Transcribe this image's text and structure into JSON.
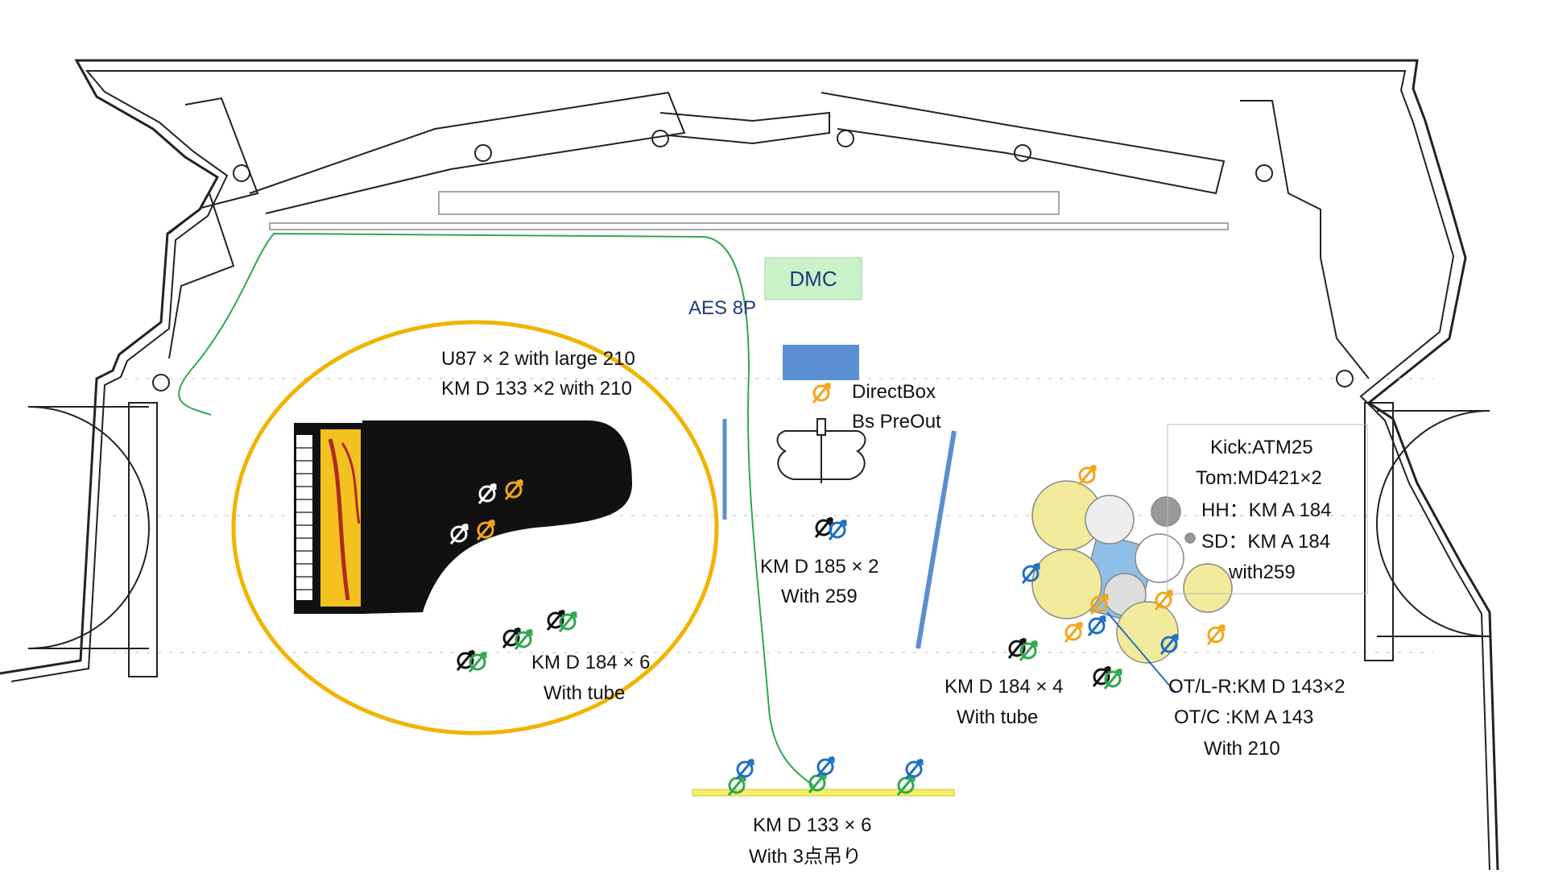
{
  "colors": {
    "wall": "#222222",
    "green_cable": "#2fa84f",
    "dmc_fill": "#c9f2c9",
    "blue_box": "#5b8fd1",
    "yellow_circle": "#f0b400",
    "label_navy": "#1f3a78",
    "mic_black": "#111111",
    "mic_green": "#2fa84f",
    "mic_blue": "#1f6fc4",
    "mic_orange": "#f2a51a",
    "drum_yellow": "#f1ea9a",
    "riser_yellow": "#f5f064"
  },
  "labels": {
    "dmc": "DMC",
    "aes": "AES 8P",
    "direct_box_1": "DirectBox",
    "direct_box_2": "Bs PreOut",
    "piano_main_1": "U87 × 2   with   large 210",
    "piano_main_2": "KM D 133 ×2 with 210",
    "piano_amb_1": "KM D 184 × 6",
    "piano_amb_2": "With   tube",
    "bass_mic_1": "KM D 185 × 2",
    "bass_mic_2": "With 259",
    "drum_amb_1": "KM D 184 × 4",
    "drum_amb_2": "With   tube",
    "drum_kit_1": "Kick:ATM25",
    "drum_kit_2": "Tom:MD421×2",
    "drum_kit_3": "HH：KM A 184",
    "drum_kit_4": "SD：KM A 184",
    "drum_kit_5": "with259",
    "overhead_1": "OT/L-R:KM D 143×2",
    "overhead_2": "OT/C  :KM A 143",
    "overhead_3": "With   210",
    "front_1": "KM D 133 × 6",
    "front_2": "With   3点吊り"
  },
  "icons": {
    "microphone": "microphone-icon",
    "grand_piano": "grand-piano-icon",
    "double_bass": "double-bass-icon",
    "drum_kit": "drum-kit-icon"
  }
}
